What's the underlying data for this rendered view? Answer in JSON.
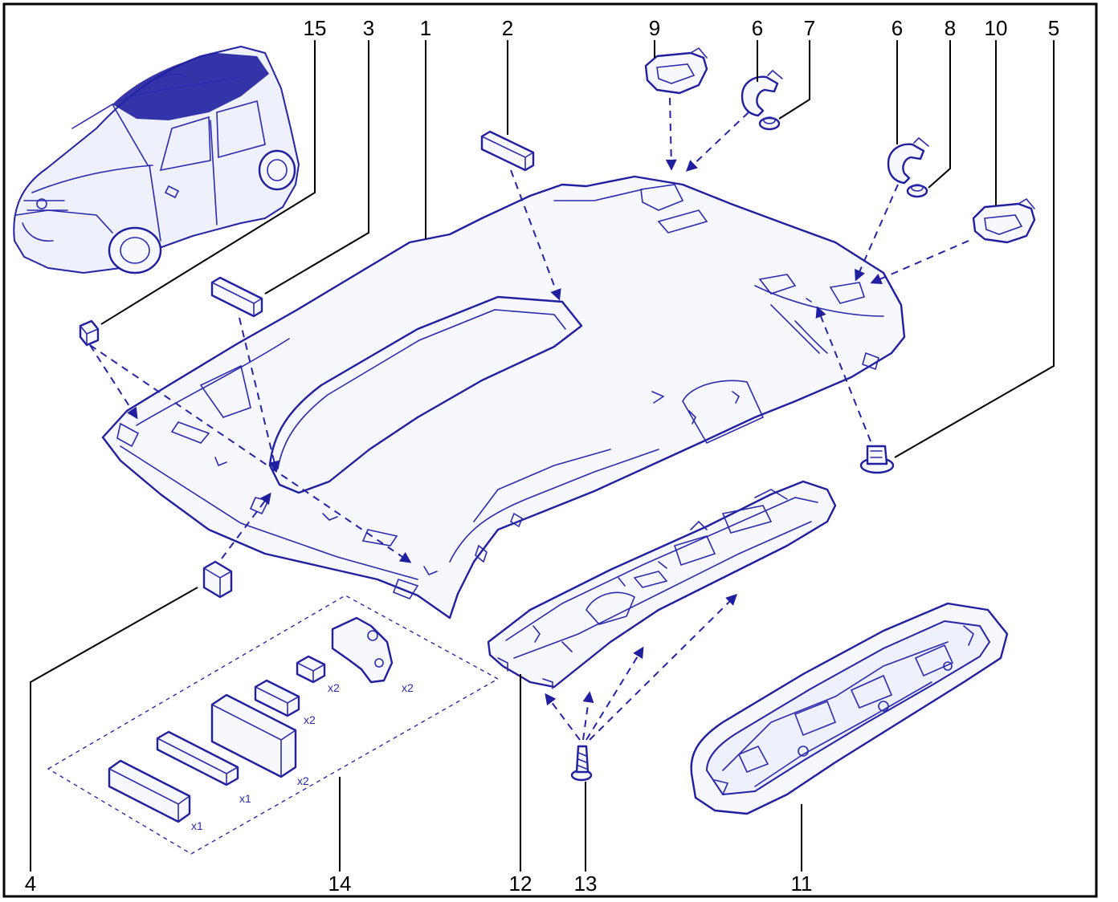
{
  "diagram": {
    "callouts": [
      {
        "id": "c15",
        "label": "15"
      },
      {
        "id": "c3",
        "label": "3"
      },
      {
        "id": "c1",
        "label": "1"
      },
      {
        "id": "c2",
        "label": "2"
      },
      {
        "id": "c9",
        "label": "9"
      },
      {
        "id": "c6a",
        "label": "6"
      },
      {
        "id": "c7",
        "label": "7"
      },
      {
        "id": "c6b",
        "label": "6"
      },
      {
        "id": "c8",
        "label": "8"
      },
      {
        "id": "c10",
        "label": "10"
      },
      {
        "id": "c5",
        "label": "5"
      },
      {
        "id": "c4",
        "label": "4"
      },
      {
        "id": "c14",
        "label": "14"
      },
      {
        "id": "c12",
        "label": "12"
      },
      {
        "id": "c13",
        "label": "13"
      },
      {
        "id": "c11",
        "label": "11"
      }
    ],
    "quantities": {
      "pad_small": "x2",
      "insulator": "x2",
      "pad_medium": "x2",
      "block_large": "x2",
      "strip_long": "x1",
      "block_long": "x1"
    },
    "colors": {
      "line": "#1f1fa0",
      "fill": "#f7f8fe",
      "frame": "#000000"
    }
  }
}
